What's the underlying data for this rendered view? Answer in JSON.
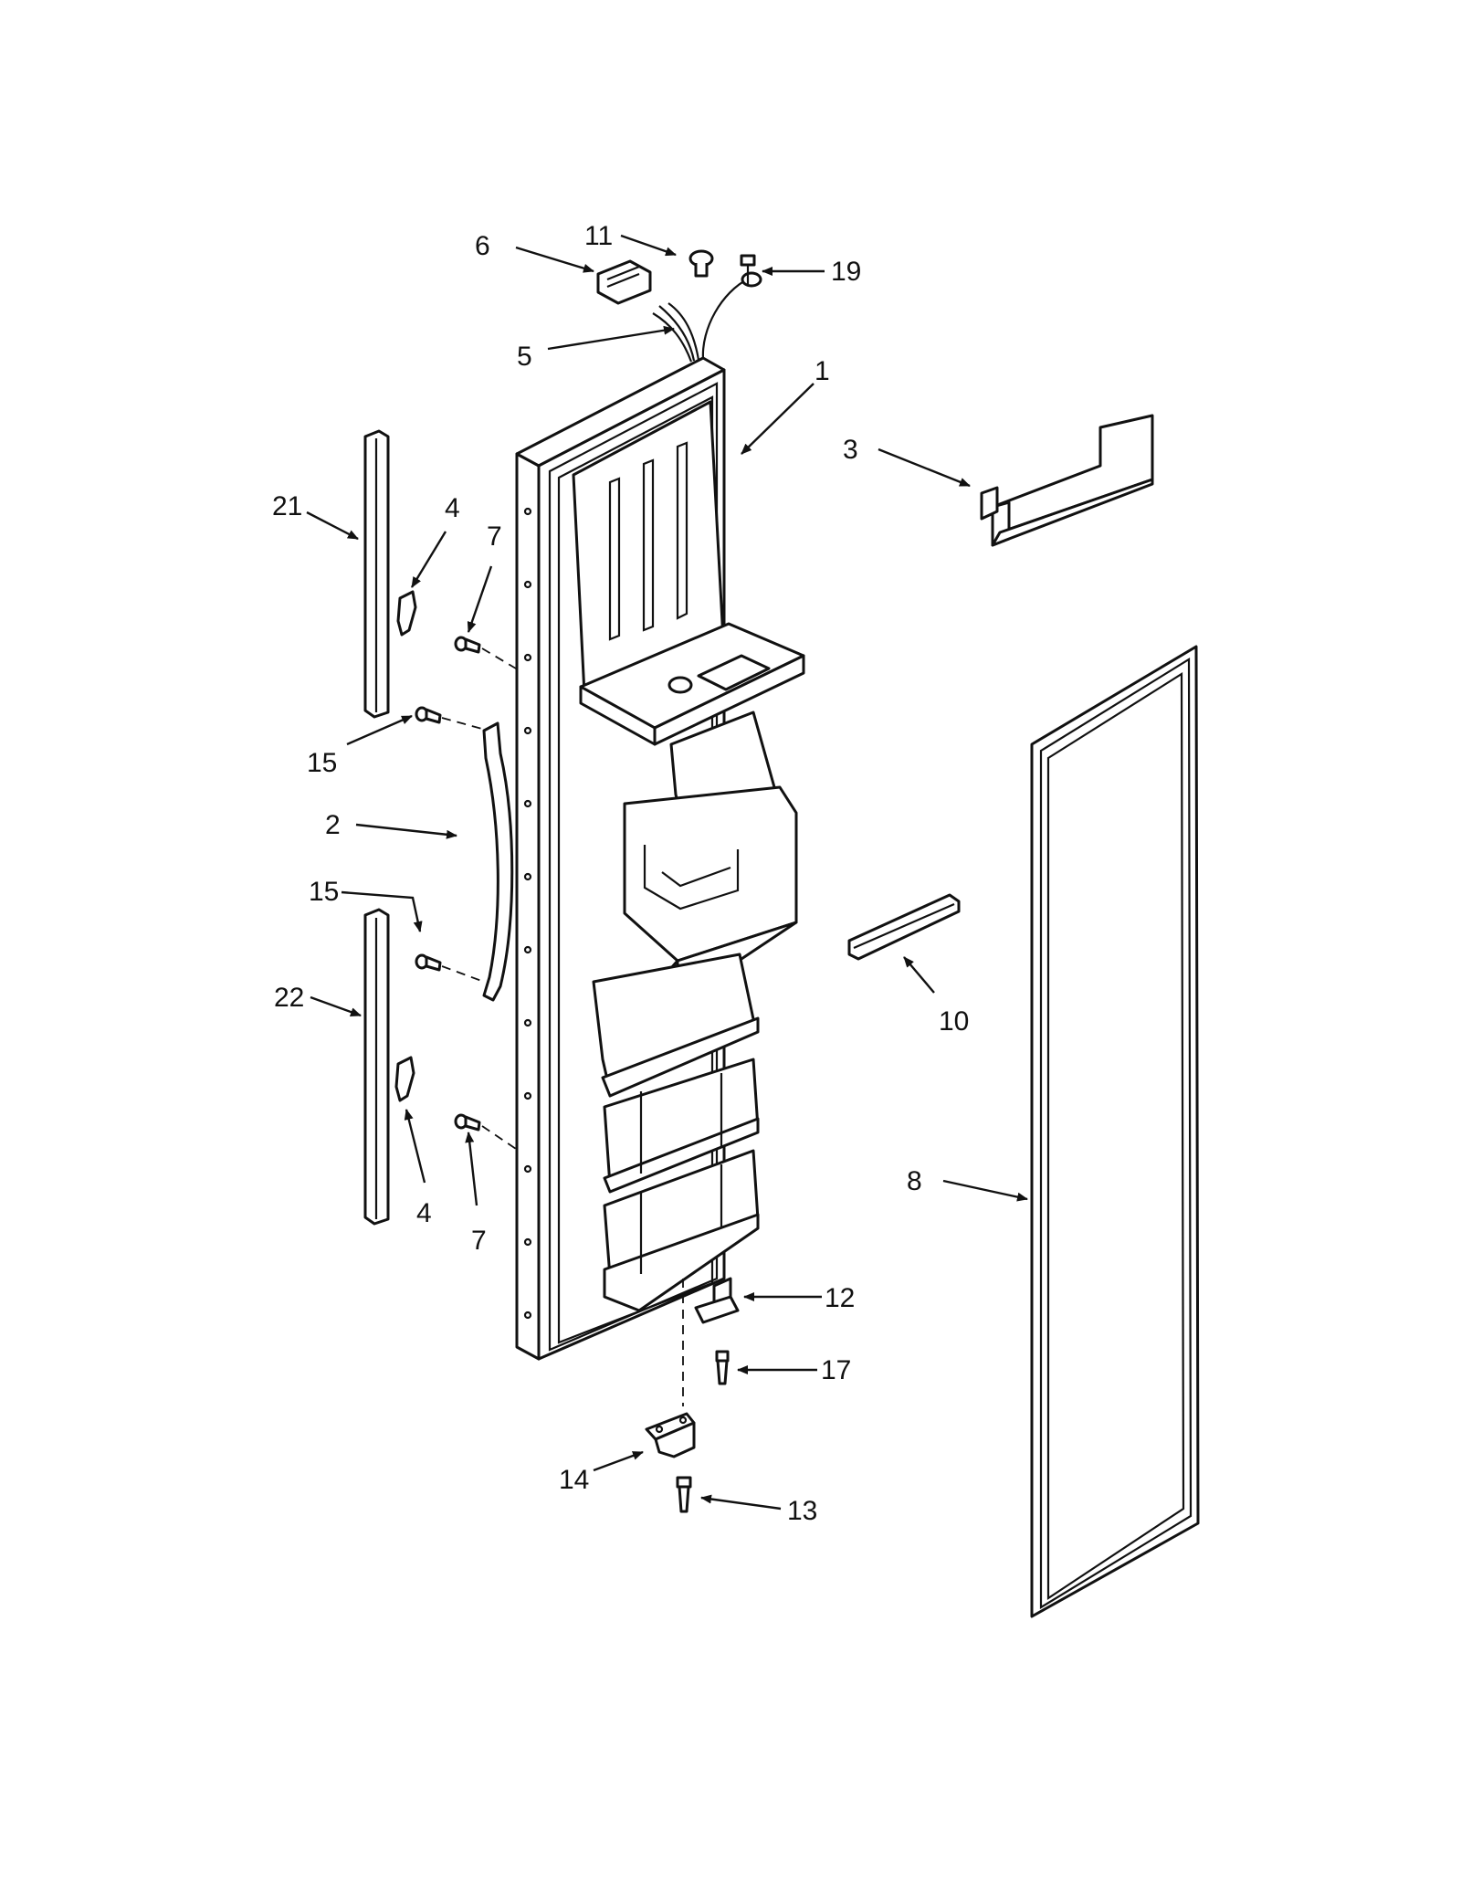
{
  "diagram": {
    "callouts": {
      "c1": "1",
      "c2": "2",
      "c3": "3",
      "c4a": "4",
      "c4b": "4",
      "c5": "5",
      "c6": "6",
      "c7a": "7",
      "c7b": "7",
      "c8": "8",
      "c10": "10",
      "c11": "11",
      "c12": "12",
      "c13": "13",
      "c14": "14",
      "c15a": "15",
      "c15b": "15",
      "c17": "17",
      "c19": "19",
      "c21": "21",
      "c22": "22"
    }
  }
}
